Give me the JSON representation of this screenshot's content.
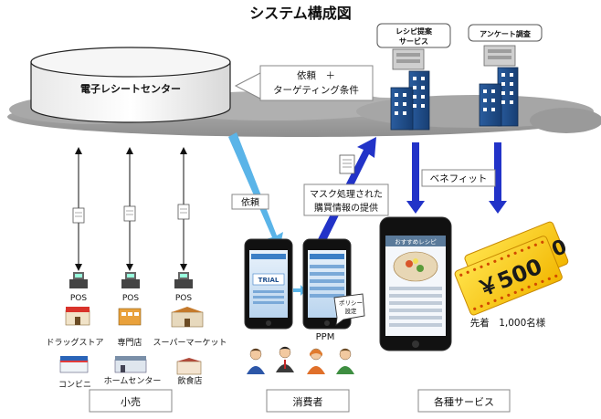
{
  "title": "システム構成図",
  "center_label": "電子レシートセンター",
  "request_box": {
    "line1": "依頼　＋",
    "line2": "ターゲティング条件"
  },
  "services": {
    "recipe": {
      "line1": "レシピ提案",
      "line2": "サービス"
    },
    "survey": "アンケート調査"
  },
  "benefit_label": "ベネフィット",
  "request_label": "依頼",
  "masked_info": {
    "line1": "マスク処理された",
    "line2": "購買情報の提供"
  },
  "pos_label": "POS",
  "retail_labels": {
    "drugstore": "ドラッグストア",
    "specialty": "専門店",
    "supermarket": "スーパーマーケット",
    "convenience": "コンビニ",
    "homecenter": "ホームセンター",
    "restaurant": "飲食店"
  },
  "phone": {
    "app_name": "TRIAL",
    "policy_line1": "ポリシー",
    "policy_line2": "設定",
    "screen3_header": "おすすめレシピ"
  },
  "ppm_label": "PPM",
  "coupon": {
    "amount": "￥500",
    "back_amount": "500",
    "caption": "先着　1,000名様"
  },
  "footer": {
    "retail": "小売",
    "consumer": "消費者",
    "services": "各種サービス"
  }
}
